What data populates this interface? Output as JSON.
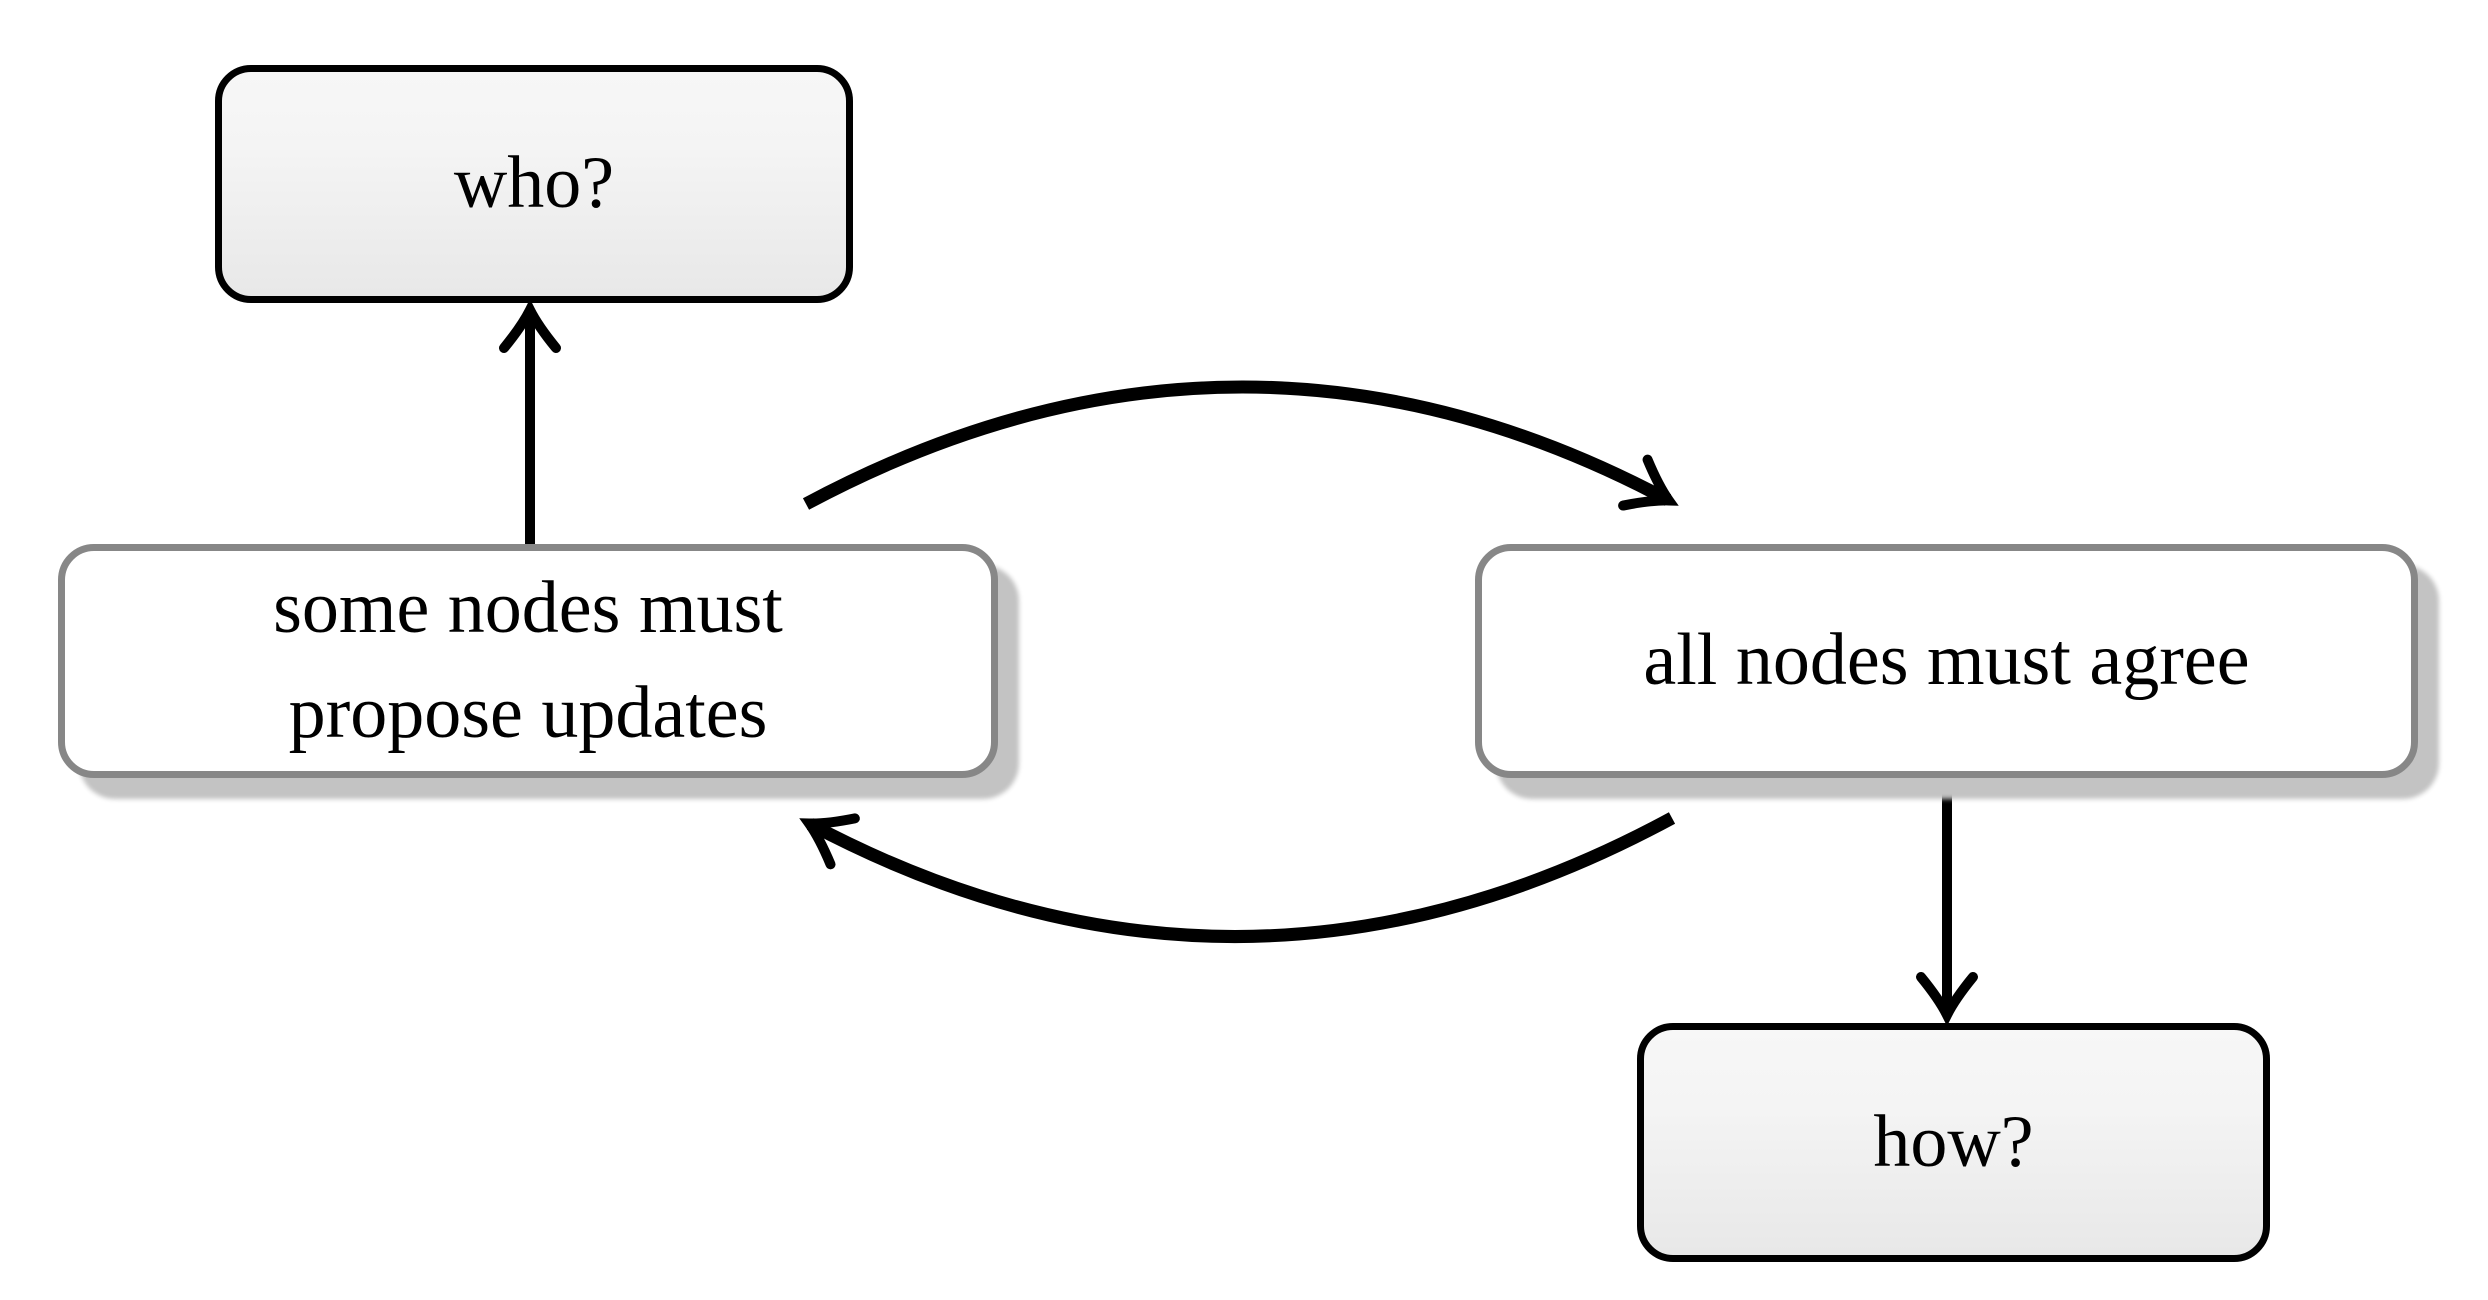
{
  "diagram": {
    "title": "consensus questions cycle",
    "background": "#ffffff",
    "colors": {
      "question_node_border": "#000000",
      "question_node_fill_top": "#f7f7f7",
      "question_node_fill_bottom": "#e8e8e8",
      "statement_node_border": "#878787",
      "statement_node_fill": "#ffffff",
      "statement_node_shadow": "#c3c3c3",
      "arrow": "#000000",
      "text": "#000000"
    },
    "nodes": [
      {
        "id": "who",
        "label": "who?",
        "style": "question"
      },
      {
        "id": "propose",
        "label": "some nodes must propose updates",
        "style": "statement"
      },
      {
        "id": "agree",
        "label": "all nodes must agree",
        "style": "statement"
      },
      {
        "id": "how",
        "label": "how?",
        "style": "question"
      }
    ],
    "edges": [
      {
        "from": "propose",
        "to": "who",
        "shape": "straight-up",
        "arrowhead": "curved-open"
      },
      {
        "from": "propose",
        "to": "agree",
        "shape": "arc-over-top",
        "arrowhead": "curved-open"
      },
      {
        "from": "agree",
        "to": "propose",
        "shape": "arc-under-bottom",
        "arrowhead": "curved-open"
      },
      {
        "from": "agree",
        "to": "how",
        "shape": "straight-down",
        "arrowhead": "curved-open"
      }
    ]
  }
}
